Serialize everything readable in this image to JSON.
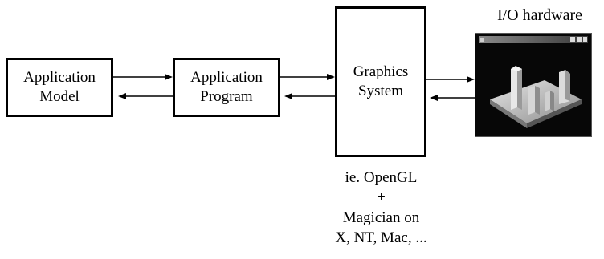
{
  "boxes": {
    "model": {
      "line1": "Application",
      "line2": "Model"
    },
    "program": {
      "line1": "Application",
      "line2": "Program"
    },
    "system": {
      "line1": "Graphics",
      "line2": "System"
    }
  },
  "io_hardware": {
    "title": "I/O hardware",
    "screen_icon": "3d-render-window-icon"
  },
  "caption": {
    "line1": "ie. OpenGL",
    "line2": "+",
    "line3": "Magician on",
    "line4": "X, NT, Mac, ..."
  },
  "arrow_icons": [
    "arrow-right-icon",
    "arrow-left-icon"
  ],
  "colors": {
    "stroke": "#000000",
    "screen_bg": "#070707",
    "bars": "#d8d8d8"
  }
}
